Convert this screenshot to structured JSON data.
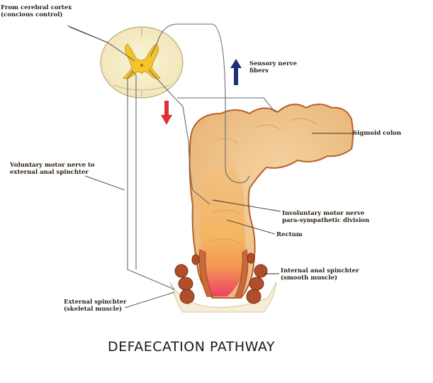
{
  "title": "DEFAECATION PATHWAY",
  "labels": {
    "cortex": [
      "From cerebral cortex",
      "(concious control)"
    ],
    "sensory": [
      "Sensory nerve",
      "fibers"
    ],
    "sigmoid": [
      "Sigmoid colon"
    ],
    "voluntary": [
      "Voluntary motor nerve to",
      "external anal spinchter"
    ],
    "involuntary": [
      "Involuntary motor nerve",
      "para-sympathetic division"
    ],
    "rectum": [
      "Rectum"
    ],
    "internal": [
      "Internal anal spinchter",
      "(smooth muscle)"
    ],
    "external": [
      "External spinchter",
      "(skeletal muscle)"
    ]
  },
  "colors": {
    "sensory_arrow": "#1c2f7a",
    "motor_arrow": "#e0303a",
    "colon_fill": "#f0c48c",
    "colon_outline": "#b8602a",
    "nerve_line": "#6a6a6a",
    "muscle": "#a8502a"
  },
  "icons": {
    "up": "arrow-up-icon",
    "down": "arrow-down-icon"
  }
}
